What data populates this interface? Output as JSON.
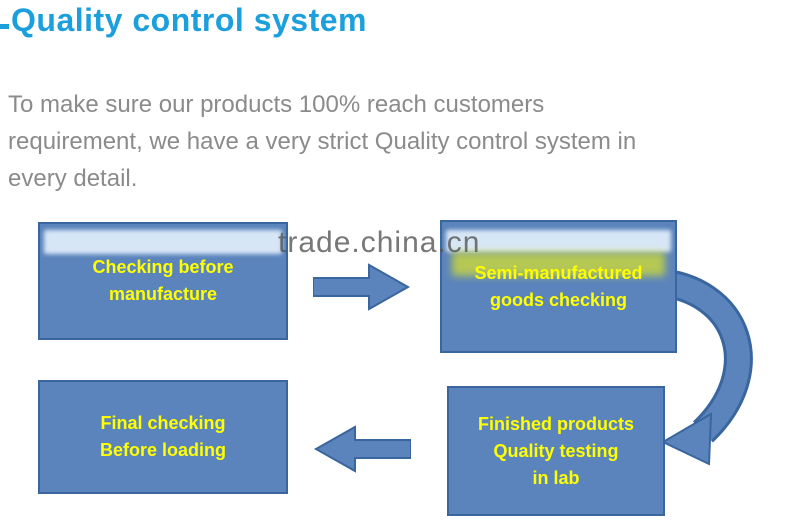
{
  "page": {
    "title": "Quality control system",
    "description": "To make sure our products 100% reach customers\nrequirement, we have a very strict Quality control system in\nevery detail.",
    "watermark": "trade.china.cn"
  },
  "flowchart": {
    "boxes": [
      {
        "id": "checking-before-manufacture",
        "label": "Checking before\nmanufacture"
      },
      {
        "id": "semi-manufactured-goods-checking",
        "label": "Semi-manufactured\ngoods checking"
      },
      {
        "id": "finished-products-quality-testing-in-lab",
        "label": "Finished products\nQuality testing\nin lab"
      },
      {
        "id": "final-checking-before-loading",
        "label": "Final checking\nBefore loading"
      }
    ],
    "arrows": [
      {
        "id": "arrow-right",
        "direction": "right",
        "from": "checking-before-manufacture",
        "to": "semi-manufactured-goods-checking"
      },
      {
        "id": "arrow-curve",
        "direction": "down-left-curved",
        "from": "semi-manufactured-goods-checking",
        "to": "finished-products-quality-testing-in-lab"
      },
      {
        "id": "arrow-left",
        "direction": "left",
        "from": "finished-products-quality-testing-in-lab",
        "to": "final-checking-before-loading"
      }
    ]
  },
  "colors": {
    "title_blue": "#1b9fdd",
    "paragraph_gray": "#8b8b8b",
    "box_fill": "#5b84bc",
    "box_border": "#39669f",
    "box_text_yellow": "#ffff00",
    "arrow_fill": "#5b84bc",
    "arrow_border": "#39669f",
    "watermark_gray": "#555555"
  }
}
